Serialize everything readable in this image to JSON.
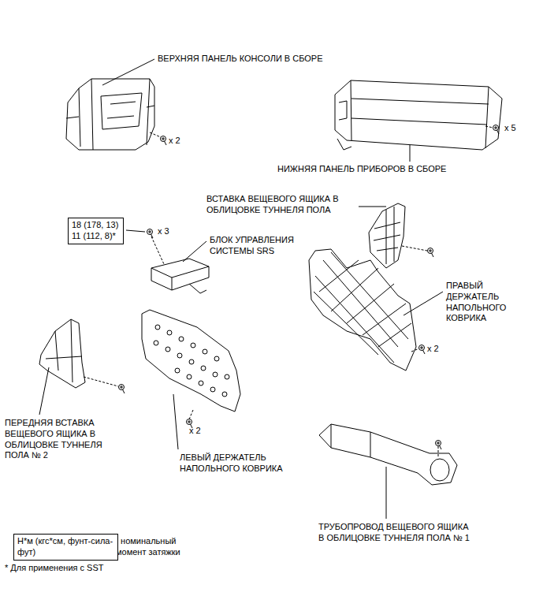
{
  "diagram": {
    "nodes": [
      {
        "text": [
          "18 (178, 13)",
          "11 (112, 8)*"
        ]
      },
      {
        "text": [
          "Н*м (кгс*см, фунт-сила-фут)"
        ]
      }
    ],
    "labels": [
      "ВЕРХНЯЯ ПАНЕЛЬ КОНСОЛИ В СБОРЕ",
      "x 2",
      "x 5",
      "НИЖНЯЯ ПАНЕЛЬ ПРИБОРОВ В СБОРЕ",
      "ВСТАВКА ВЕЩЕВОГО ЯЩИКА В ОБЛИЦОВКЕ ТУННЕЛЯ ПОЛА",
      "x 3",
      "БЛОК УПРАВЛЕНИЯ СИСТЕМЫ SRS",
      "ПРАВЫЙ ДЕРЖАТЕЛЬ НАПОЛЬНОГО КОВРИКА",
      "x 2",
      "ПЕРЕДНЯЯ ВСТАВКА ВЕЩЕВОГО ЯЩИКА В ОБЛИЦОВКЕ ТУННЕЛЯ ПОЛА № 2",
      "x 2",
      "ЛЕВЫЙ ДЕРЖАТЕЛЬ НАПОЛЬНОГО КОВРИКА",
      "ТРУБОПРОВОД ВЕЩЕВОГО ЯЩИКА В ОБЛИЦОВКЕ ТУННЕЛЯ ПОЛА № 1",
      ": номинальный момент затяжки",
      "* Для применения с SST"
    ]
  }
}
